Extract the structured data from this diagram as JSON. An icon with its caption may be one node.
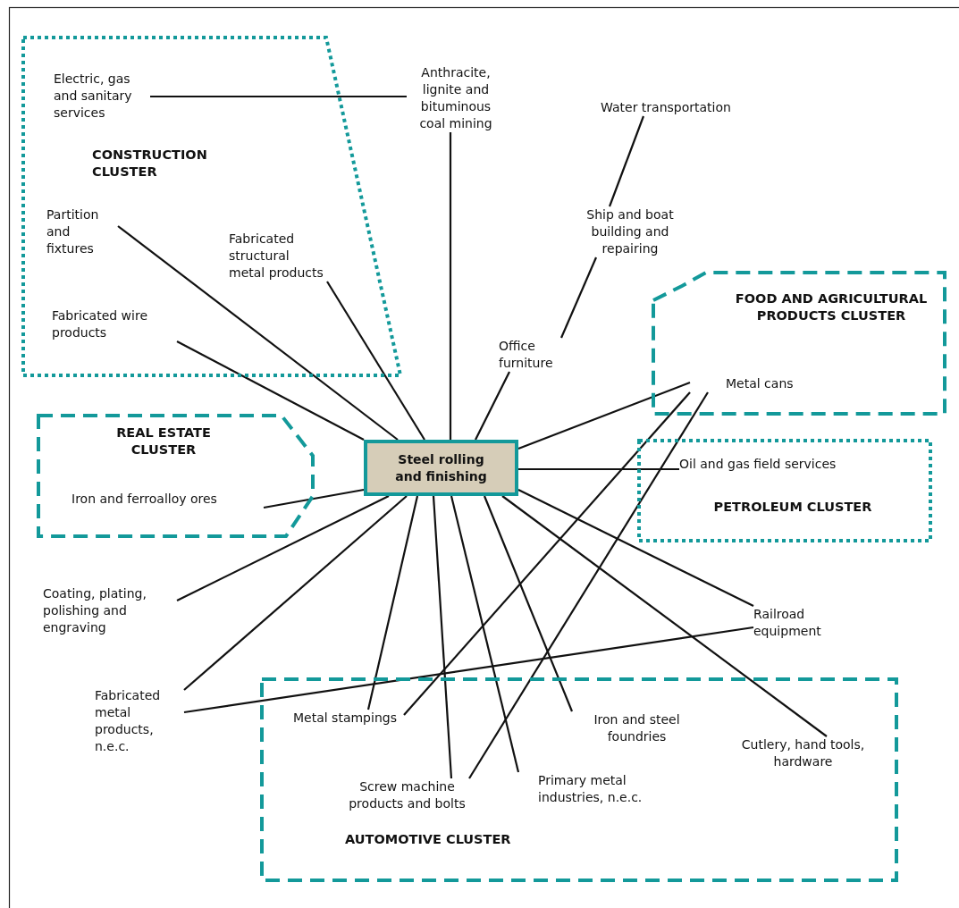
{
  "diagram": {
    "nodes": [
      {
        "text": [
          "CONSTRUCTION CLUSTER"
        ]
      },
      {
        "text": [
          "Electric, gas and sanitary services"
        ],
        "in": 0
      },
      {
        "text": [
          "Anthracite, lignite and bituminous coal mining"
        ]
      },
      {
        "text": [
          "Water transportation"
        ]
      },
      {
        "text": [
          "Partition and fixtures"
        ],
        "in": 0
      },
      {
        "text": [
          "Fabricated structural metal products"
        ],
        "in": 0
      },
      {
        "text": [
          "Ship and boat building and repairing"
        ]
      },
      {
        "text": [
          "FOOD AND AGRICULTURAL PRODUCTS CLUSTER"
        ]
      },
      {
        "text": [
          "Fabricated wire products"
        ],
        "in": 0
      },
      {
        "text": [
          "Office furniture"
        ]
      },
      {
        "text": [
          "Metal cans"
        ],
        "in": 7
      },
      {
        "text": [
          "REAL ESTATE CLUSTER"
        ]
      },
      {
        "text": [
          "Steel rolling and finishing"
        ]
      },
      {
        "text": [
          "Iron and ferroalloy ores"
        ],
        "in": 11
      },
      {
        "text": [
          "PETROLEUM CLUSTER"
        ]
      },
      {
        "text": [
          "Oil and gas field services"
        ],
        "in": 14
      },
      {
        "text": [
          "Coating, plating, polishing and engraving"
        ]
      },
      {
        "text": [
          "Railroad equipment"
        ]
      },
      {
        "text": [
          "Fabricated metal products, n.e.c."
        ]
      },
      {
        "text": [
          "AUTOMOTIVE CLUSTER"
        ]
      },
      {
        "text": [
          "Metal stampings"
        ],
        "in": 19
      },
      {
        "text": [
          "Iron and steel foundries"
        ],
        "in": 19
      },
      {
        "text": [
          "Cutlery, hand tools, hardware"
        ],
        "in": 19
      },
      {
        "text": [
          "Screw machine products and bolts"
        ],
        "in": 19
      },
      {
        "text": [
          "Primary metal industries, n.e.c."
        ],
        "in": 19
      }
    ],
    "edges": [
      {
        "from": 1,
        "to": 2,
        "arrow": "none"
      },
      {
        "from": 2,
        "to": 12,
        "arrow": "none"
      },
      {
        "from": 3,
        "to": 6,
        "arrow": "none"
      },
      {
        "from": 6,
        "to": 9,
        "arrow": "none"
      },
      {
        "from": 9,
        "to": 12,
        "arrow": "none"
      },
      {
        "from": 4,
        "to": 12,
        "arrow": "none"
      },
      {
        "from": 5,
        "to": 12,
        "arrow": "none"
      },
      {
        "from": 8,
        "to": 12,
        "arrow": "none"
      },
      {
        "from": 10,
        "to": 12,
        "arrow": "none"
      },
      {
        "from": 10,
        "to": 20,
        "arrow": "none"
      },
      {
        "from": 10,
        "to": 23,
        "arrow": "none"
      },
      {
        "from": 12,
        "to": 15,
        "arrow": "none"
      },
      {
        "from": 12,
        "to": 13,
        "arrow": "none"
      },
      {
        "from": 12,
        "to": 16,
        "arrow": "none"
      },
      {
        "from": 12,
        "to": 18,
        "arrow": "none"
      },
      {
        "from": 18,
        "to": 17,
        "arrow": "none"
      },
      {
        "from": 12,
        "to": 20,
        "arrow": "none"
      },
      {
        "from": 12,
        "to": 23,
        "arrow": "none"
      },
      {
        "from": 12,
        "to": 24,
        "arrow": "none"
      },
      {
        "from": 12,
        "to": 21,
        "arrow": "none"
      },
      {
        "from": 12,
        "to": 22,
        "arrow": "none"
      },
      {
        "from": 12,
        "to": 17,
        "arrow": "none"
      }
    ]
  }
}
